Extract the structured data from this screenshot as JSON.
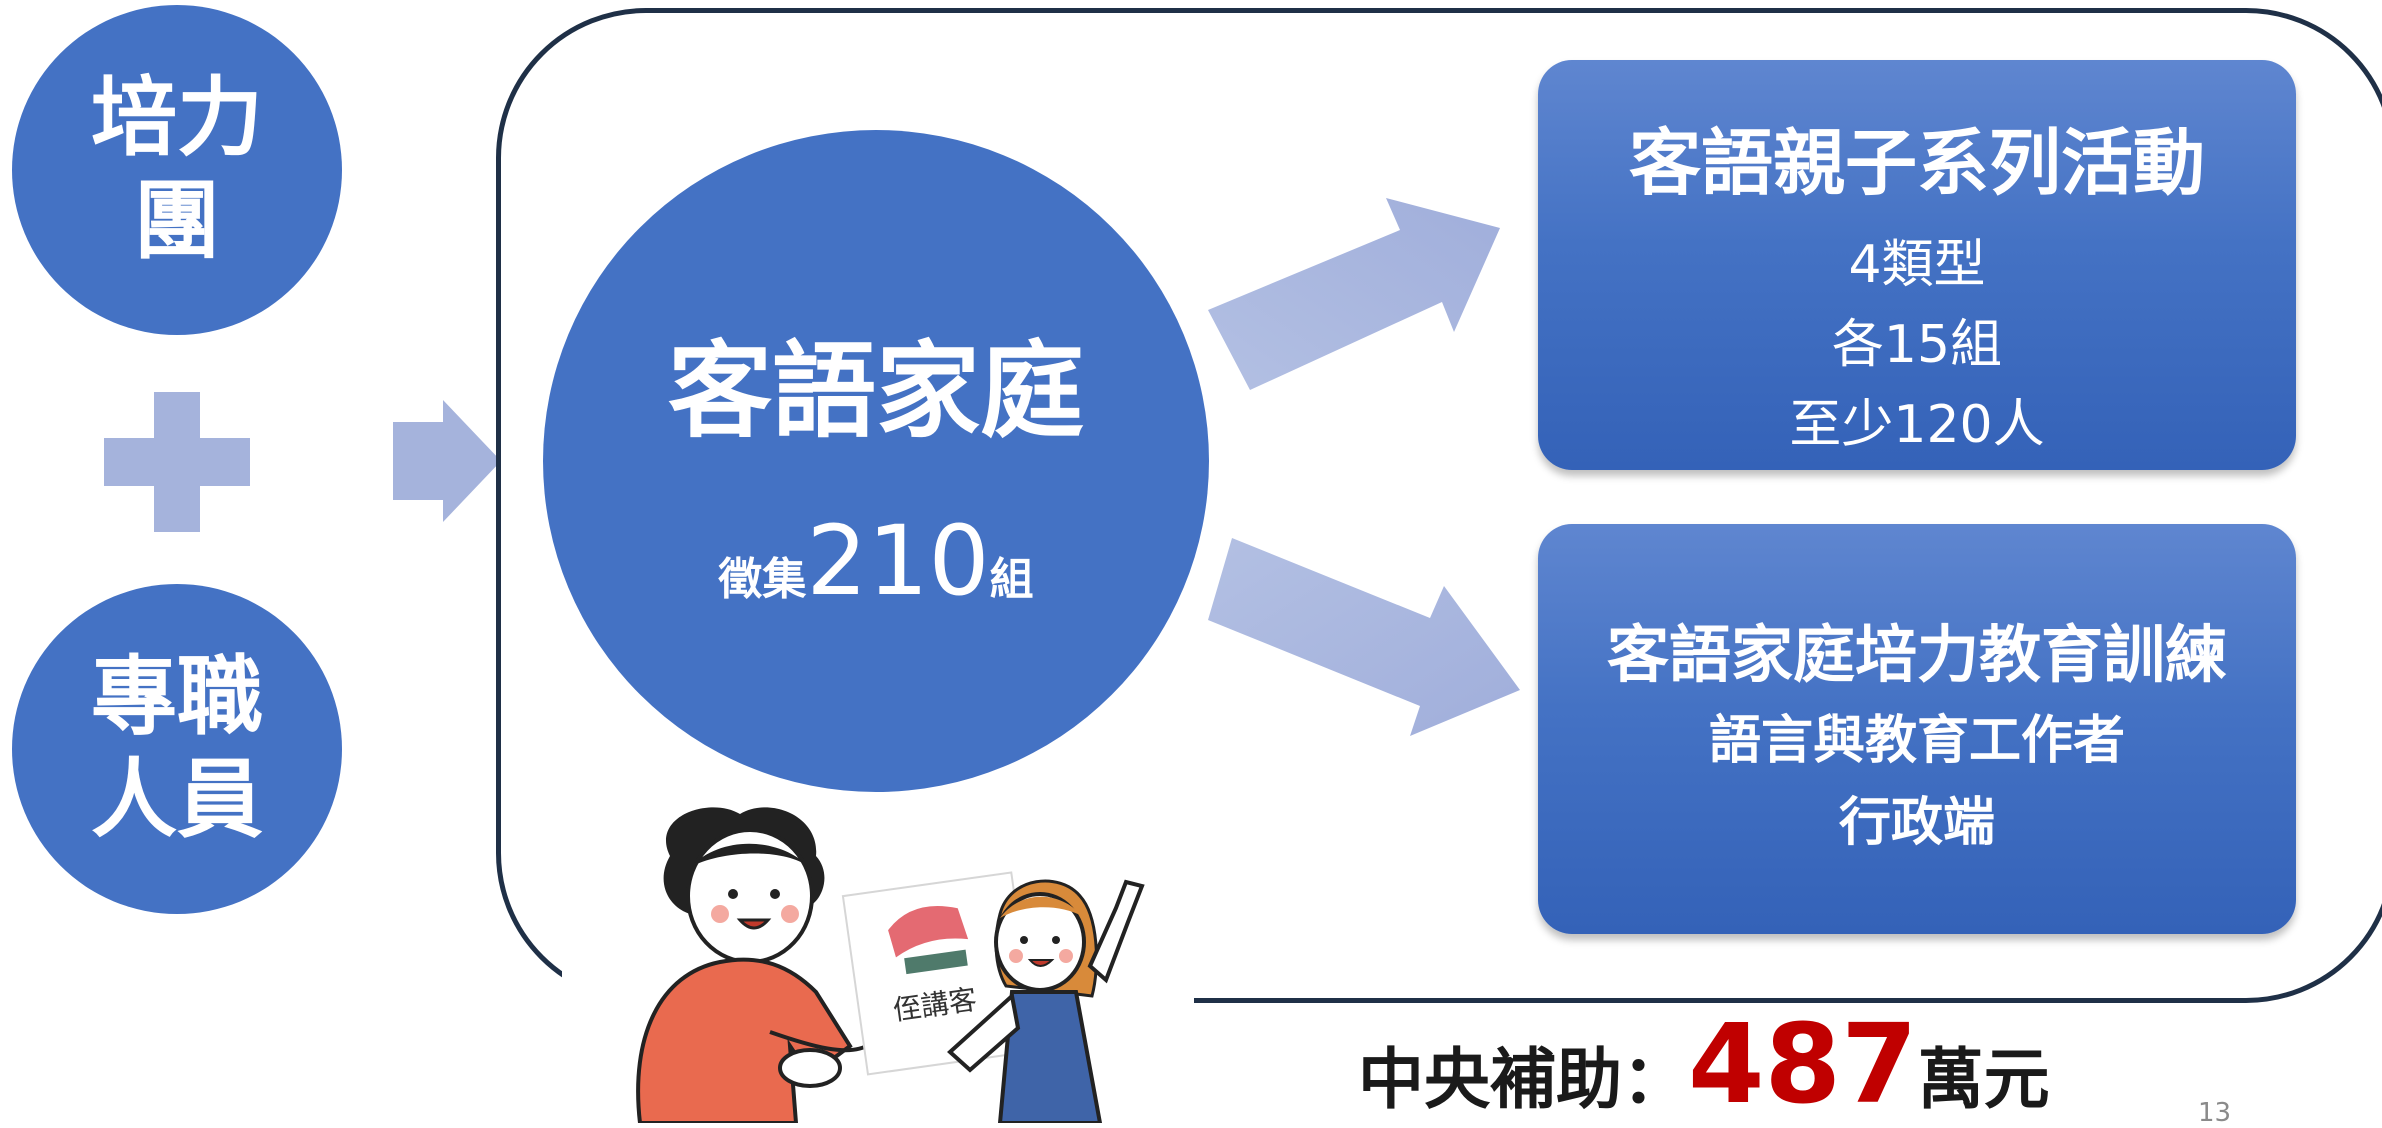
{
  "left_circles": {
    "top": {
      "line1": "培力",
      "line2": "團"
    },
    "bottom": {
      "line1": "專職",
      "line2": "人員"
    }
  },
  "center_circle": {
    "title": "客語家庭",
    "prefix": "徵集",
    "number": "210",
    "suffix": "組"
  },
  "panel_top": {
    "title": "客語親子系列活動",
    "lines": [
      "4類型",
      "各15組",
      "至少120人"
    ]
  },
  "panel_bottom": {
    "title": "客語家庭培力教育訓練",
    "lines": [
      "語言與教育工作者",
      "行政端"
    ]
  },
  "illustration": {
    "card_text": "侄講客"
  },
  "subsidy": {
    "prefix": "中央補助：",
    "amount": "487",
    "suffix": "萬元"
  },
  "page_number": "13",
  "colors": {
    "circle": "#4472c4",
    "arrow": "#a5b3dc",
    "accent_red": "#c00000",
    "frame": "#1f3047"
  }
}
